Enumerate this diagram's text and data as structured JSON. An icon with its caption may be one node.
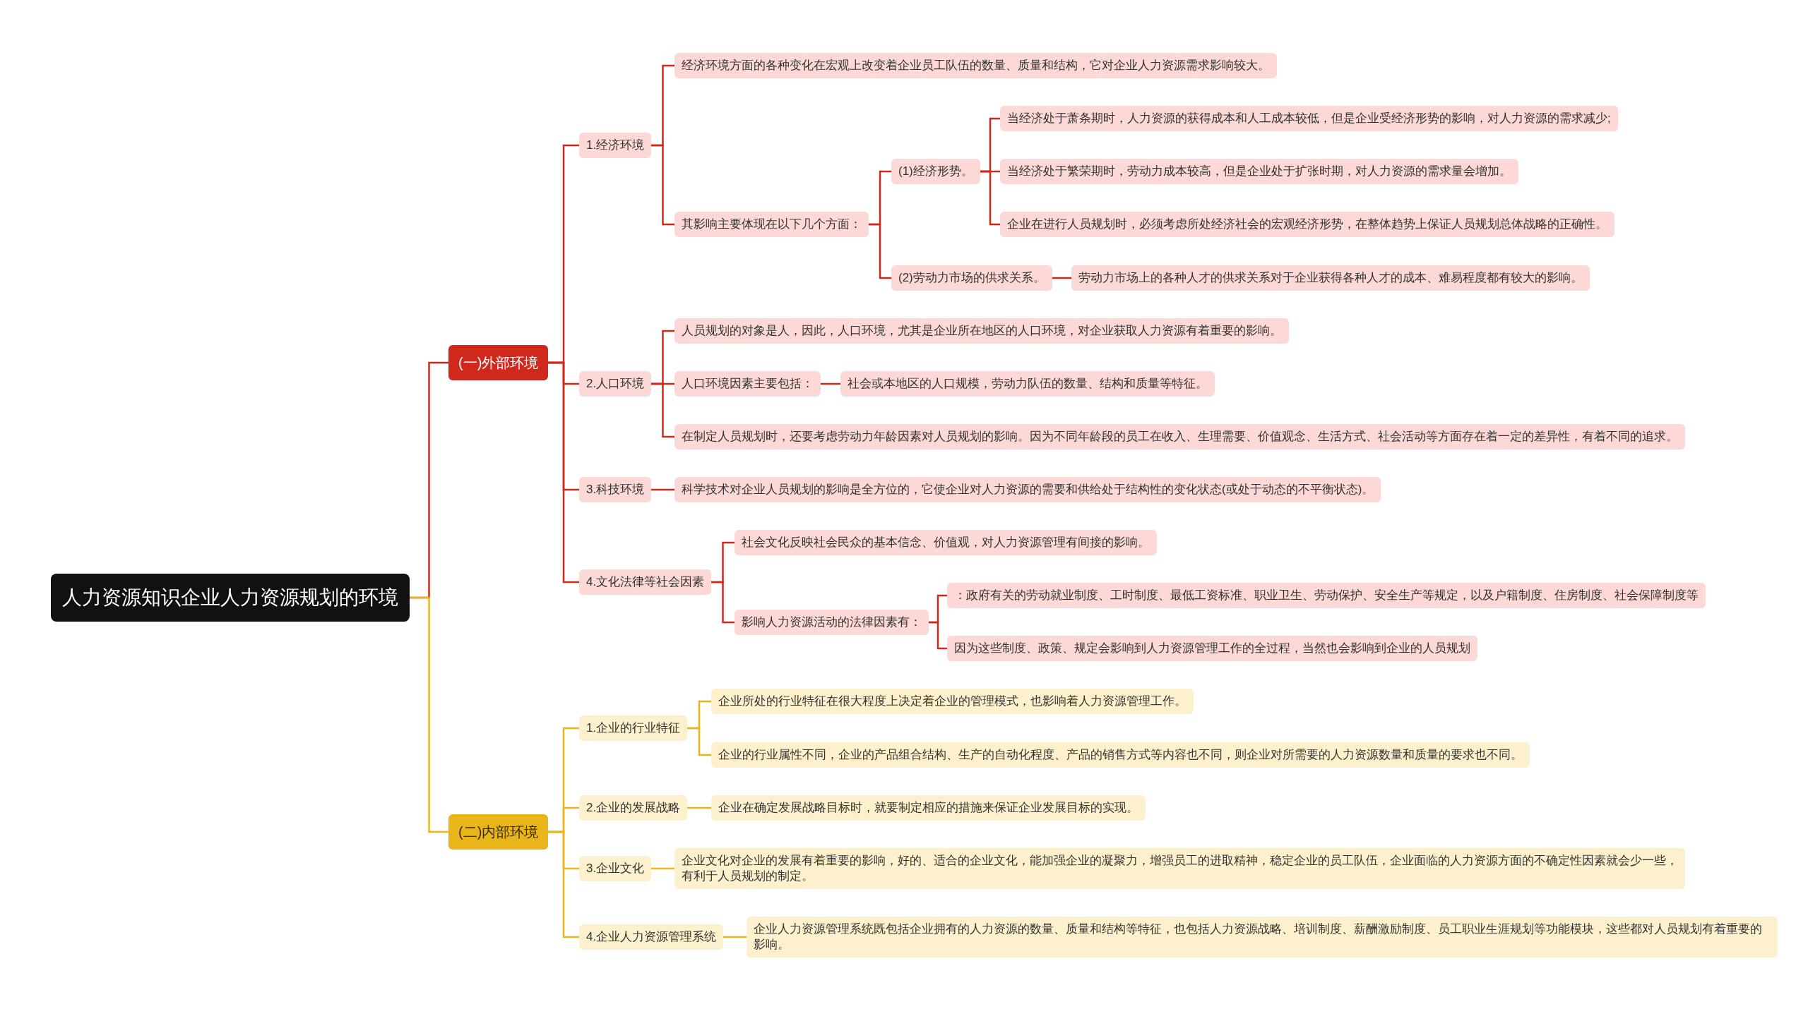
{
  "diagram": {
    "nodes": [
      {
        "text": [
          "人力资源知识企业人力资源规划的环境"
        ]
      },
      {
        "text": [
          "(一)外部环境"
        ]
      },
      {
        "text": [
          "1.经济环境"
        ]
      },
      {
        "text": [
          "经济环境方面的各种变化在宏观上改变着企业员工队伍的数量、质量和结构，它对企业人力资源需求影响较大。"
        ]
      },
      {
        "text": [
          "其影响主要体现在以下几个方面："
        ]
      },
      {
        "text": [
          "(1)经济形势。"
        ]
      },
      {
        "text": [
          "当经济处于萧条期时，人力资源的获得成本和人工成本较低，但是企业受经济形势的影响，对人力资源的需求减少;"
        ]
      },
      {
        "text": [
          "当经济处于繁荣期时，劳动力成本较高，但是企业处于扩张时期，对人力资源的需求量会增加。"
        ]
      },
      {
        "text": [
          "企业在进行人员规划时，必须考虑所处经济社会的宏观经济形势，在整体趋势上保证人员规划总体战略的正确性。"
        ]
      },
      {
        "text": [
          "(2)劳动力市场的供求关系。"
        ]
      },
      {
        "text": [
          "劳动力市场上的各种人才的供求关系对于企业获得各种人才的成本、难易程度都有较大的影响。"
        ]
      },
      {
        "text": [
          "2.人口环境"
        ]
      },
      {
        "text": [
          "人员规划的对象是人，因此，人口环境，尤其是企业所在地区的人口环境，对企业获取人力资源有着重要的影响。"
        ]
      },
      {
        "text": [
          "人口环境因素主要包括："
        ]
      },
      {
        "text": [
          "社会或本地区的人口规模，劳动力队伍的数量、结构和质量等特征。"
        ]
      },
      {
        "text": [
          "在制定人员规划时，还要考虑劳动力年龄因素对人员规划的影响。因为不同年龄段的员工在收入、生理需要、价值观念、生活方式、社会活动等方面存在着一定的差异性，有着不同的追求。"
        ]
      },
      {
        "text": [
          "3.科技环境"
        ]
      },
      {
        "text": [
          "科学技术对企业人员规划的影响是全方位的，它使企业对人力资源的需要和供给处于结构性的变化状态(或处于动态的不平衡状态)。"
        ]
      },
      {
        "text": [
          "4.文化法律等社会因素"
        ]
      },
      {
        "text": [
          "社会文化反映社会民众的基本信念、价值观，对人力资源管理有间接的影响。"
        ]
      },
      {
        "text": [
          "影响人力资源活动的法律因素有："
        ]
      },
      {
        "text": [
          "：政府有关的劳动就业制度、工时制度、最低工资标准、职业卫生、劳动保护、安全生产等规定，以及户籍制度、住房制度、社会保障制度等"
        ]
      },
      {
        "text": [
          "因为这些制度、政策、规定会影响到人力资源管理工作的全过程，当然也会影响到企业的人员规划"
        ]
      },
      {
        "text": [
          "(二)内部环境"
        ]
      },
      {
        "text": [
          "1.企业的行业特征"
        ]
      },
      {
        "text": [
          "企业所处的行业特征在很大程度上决定着企业的管理模式，也影响着人力资源管理工作。"
        ]
      },
      {
        "text": [
          "企业的行业属性不同，企业的产品组合结构、生产的自动化程度、产品的销售方式等内容也不同，则企业对所需要的人力资源数量和质量的要求也不同。"
        ]
      },
      {
        "text": [
          "2.企业的发展战略"
        ]
      },
      {
        "text": [
          "企业在确定发展战略目标时，就要制定相应的措施来保证企业发展目标的实现。"
        ]
      },
      {
        "text": [
          "3.企业文化"
        ]
      },
      {
        "text": [
          "企业文化对企业的发展有着重要的影响，好的、适合的企业文化，能加强企业的凝聚力，增强员工的进取精神，稳定企业的员工队伍，企业面临的人力资源方面的不确定性因素就会少一些，有利于人员规划的制定。"
        ]
      },
      {
        "text": [
          "4.企业人力资源管理系统"
        ]
      },
      {
        "text": [
          "企业人力资源管理系统既包括企业拥有的人力资源的数量、质量和结构等特征，也包括人力资源战略、培训制度、薪酬激励制度、员工职业生涯规划等功能模块，这些都对人员规划有着重要的影响。"
        ]
      }
    ],
    "edges": [
      {
        "from": 0,
        "to": 1,
        "arrow": "none"
      },
      {
        "from": 1,
        "to": 2,
        "arrow": "none"
      },
      {
        "from": 2,
        "to": 3,
        "arrow": "none"
      },
      {
        "from": 2,
        "to": 4,
        "arrow": "none"
      },
      {
        "from": 4,
        "to": 5,
        "arrow": "none"
      },
      {
        "from": 5,
        "to": 6,
        "arrow": "none"
      },
      {
        "from": 5,
        "to": 7,
        "arrow": "none"
      },
      {
        "from": 5,
        "to": 8,
        "arrow": "none"
      },
      {
        "from": 4,
        "to": 9,
        "arrow": "none"
      },
      {
        "from": 9,
        "to": 10,
        "arrow": "none"
      },
      {
        "from": 1,
        "to": 11,
        "arrow": "none"
      },
      {
        "from": 11,
        "to": 12,
        "arrow": "none"
      },
      {
        "from": 11,
        "to": 13,
        "arrow": "none"
      },
      {
        "from": 13,
        "to": 14,
        "arrow": "none"
      },
      {
        "from": 11,
        "to": 15,
        "arrow": "none"
      },
      {
        "from": 1,
        "to": 16,
        "arrow": "none"
      },
      {
        "from": 16,
        "to": 17,
        "arrow": "none"
      },
      {
        "from": 1,
        "to": 18,
        "arrow": "none"
      },
      {
        "from": 18,
        "to": 19,
        "arrow": "none"
      },
      {
        "from": 18,
        "to": 20,
        "arrow": "none"
      },
      {
        "from": 20,
        "to": 21,
        "arrow": "none"
      },
      {
        "from": 20,
        "to": 22,
        "arrow": "none"
      },
      {
        "from": 0,
        "to": 23,
        "arrow": "none",
        "color": "#e8b51a"
      },
      {
        "from": 23,
        "to": 24,
        "arrow": "none",
        "color": "#e8b51a"
      },
      {
        "from": 24,
        "to": 25,
        "arrow": "none",
        "color": "#e8b51a"
      },
      {
        "from": 24,
        "to": 26,
        "arrow": "none",
        "color": "#e8b51a"
      },
      {
        "from": 23,
        "to": 27,
        "arrow": "none",
        "color": "#e8b51a"
      },
      {
        "from": 27,
        "to": 28,
        "arrow": "none",
        "color": "#e8b51a"
      },
      {
        "from": 23,
        "to": 29,
        "arrow": "none",
        "color": "#e8b51a"
      },
      {
        "from": 29,
        "to": 30,
        "arrow": "none",
        "color": "#e8b51a"
      },
      {
        "from": 23,
        "to": 31,
        "arrow": "none",
        "color": "#e8b51a"
      },
      {
        "from": 31,
        "to": 32,
        "arrow": "none",
        "color": "#e8b51a"
      }
    ]
  }
}
